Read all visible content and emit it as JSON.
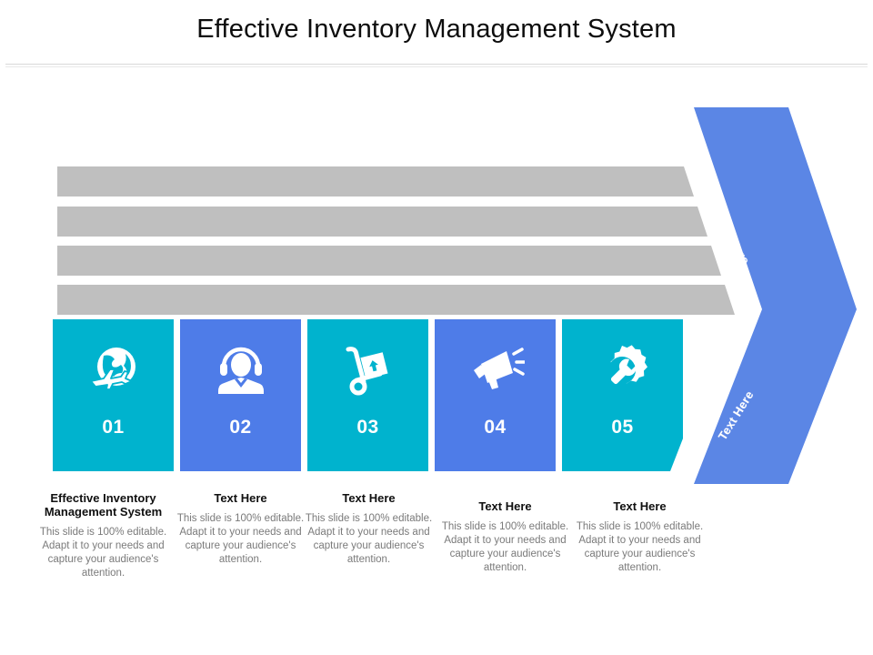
{
  "slide": {
    "title": "Effective Inventory Management System",
    "background": "#ffffff"
  },
  "colors": {
    "cyan": "#00b3ce",
    "blue": "#4e7ce8",
    "arrow_blue": "#5b86e5",
    "gray_bar": "#bfbfbf",
    "heading_text": "#101010",
    "body_text": "#7a7a7a"
  },
  "arrow": {
    "labels": [
      {
        "text": "Text Here"
      },
      {
        "text": "Text Here"
      }
    ]
  },
  "gray_bars": [
    {
      "index": 1
    },
    {
      "index": 2
    },
    {
      "index": 3
    },
    {
      "index": 4
    }
  ],
  "cards": [
    {
      "number": "01",
      "icon": "globe-airplane-icon",
      "color": "#00b3ce"
    },
    {
      "number": "02",
      "icon": "support-agent-headset-icon",
      "color": "#4e7ce8"
    },
    {
      "number": "03",
      "icon": "hand-truck-box-icon",
      "color": "#00b3ce"
    },
    {
      "number": "04",
      "icon": "megaphone-icon",
      "color": "#4e7ce8"
    },
    {
      "number": "05",
      "icon": "gear-wrench-icon",
      "color": "#00b3ce"
    }
  ],
  "columns": [
    {
      "heading": "Effective Inventory Management System",
      "body": "This slide is 100% editable. Adapt it to your needs and capture your audience's attention."
    },
    {
      "heading": "Text Here",
      "body": "This slide is 100% editable. Adapt it to your needs and capture your audience's attention."
    },
    {
      "heading": "Text Here",
      "body": "This slide is 100% editable. Adapt it to your needs and capture your audience's attention."
    },
    {
      "heading": "Text Here",
      "body": "This slide is 100% editable. Adapt it to your needs and capture your audience's attention."
    },
    {
      "heading": "Text Here",
      "body": "This slide is 100% editable. Adapt it to your needs and capture your audience's attention."
    }
  ]
}
